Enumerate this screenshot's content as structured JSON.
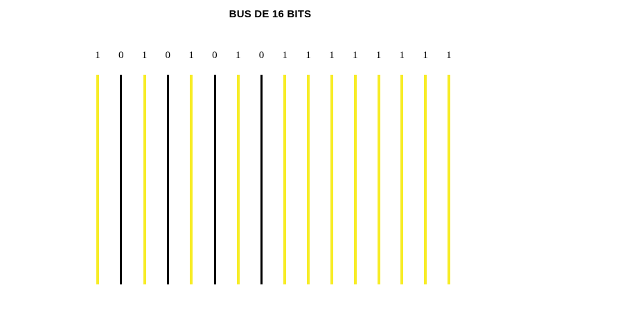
{
  "title": "BUS DE 16 BITS",
  "colors": {
    "background": "#ffffff",
    "bit_high": "#f7ec26",
    "bit_low": "#000000",
    "text": "#000000"
  },
  "bus": {
    "width_bits": 16,
    "bits": [
      {
        "index": 0,
        "label": "1",
        "state": "high"
      },
      {
        "index": 1,
        "label": "0",
        "state": "low"
      },
      {
        "index": 2,
        "label": "1",
        "state": "high"
      },
      {
        "index": 3,
        "label": "0",
        "state": "low"
      },
      {
        "index": 4,
        "label": "1",
        "state": "high"
      },
      {
        "index": 5,
        "label": "0",
        "state": "low"
      },
      {
        "index": 6,
        "label": "1",
        "state": "high"
      },
      {
        "index": 7,
        "label": "0",
        "state": "low"
      },
      {
        "index": 8,
        "label": "1",
        "state": "high"
      },
      {
        "index": 9,
        "label": "1",
        "state": "high"
      },
      {
        "index": 10,
        "label": "1",
        "state": "high"
      },
      {
        "index": 11,
        "label": "1",
        "state": "high"
      },
      {
        "index": 12,
        "label": "1",
        "state": "high"
      },
      {
        "index": 13,
        "label": "1",
        "state": "high"
      },
      {
        "index": 14,
        "label": "1",
        "state": "high"
      },
      {
        "index": 15,
        "label": "1",
        "state": "high"
      }
    ]
  }
}
